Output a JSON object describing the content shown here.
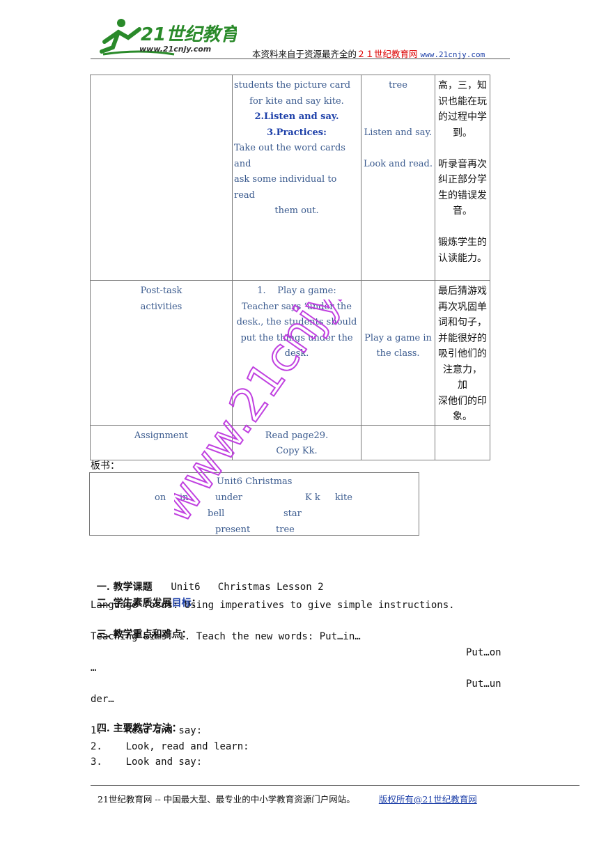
{
  "header": {
    "logo_text": "21世纪教育",
    "logo_url": "www.21cnjy.com",
    "source_text": "本资料来自于资源最齐全的",
    "site_name": "２１世纪教育网",
    "site_url": "www.21cnjy.com"
  },
  "table": {
    "row1": {
      "col2_lines": [
        "students the picture card",
        "for kite and say kite."
      ],
      "listen": "2.Listen and say.",
      "practices": "3.Practices:",
      "practice_text": [
        "Take out the word cards and",
        "ask some individual to read",
        "them out."
      ],
      "col3_lines": [
        "tree",
        "",
        "",
        "Listen and say.",
        "",
        "Look and read."
      ],
      "col4_a": [
        "高，三，知",
        "识也能在玩",
        "的过程中学",
        "到。"
      ],
      "col4_b": [
        "听录音再次",
        "纠正部分学",
        "生的错误发",
        "音。"
      ],
      "col4_c": [
        "锻炼学生的",
        "认读能力。"
      ]
    },
    "row2": {
      "stage": [
        "Post-task",
        "activities"
      ],
      "activity": [
        "1.    Play a game:",
        "Teacher says ‘under the",
        "desk., the students should",
        "put the things under the",
        "desk."
      ],
      "student": "Play a game in the class.",
      "purpose": [
        "最后猜游戏",
        "再次巩固单",
        "词和句子，",
        "并能很好的",
        "吸引他们的",
        "注意力， 加",
        "深他们的印",
        "象。"
      ]
    },
    "row3": {
      "stage": "Assignment",
      "activity": [
        "Read page29.",
        "Copy Kk."
      ]
    }
  },
  "board": {
    "label": "板书：",
    "title": "Unit6 Christmas",
    "on": "on",
    "in": "in",
    "under": "under",
    "kk": "K k",
    "kite": "kite",
    "bell": "bell",
    "star": "star",
    "present": "present",
    "tree": "tree"
  },
  "sections": {
    "s1_label": "一. 教学课题",
    "s1_value": "Unit6   Christmas Lesson 2",
    "s2_label": "二. 学生素质发展",
    "s2_blue": "目标",
    "s2_colon": "：",
    "language_focus": "Language focus: Using imperatives to give simple instructions.",
    "s3_label": "三. 教学重点和难点：",
    "teaching_aims": "Teaching aims: 1. Teach the new words: Put…in…",
    "put_on": "Put…on",
    "put_on_cont": "…",
    "put_under": "Put…un",
    "put_under_cont": "der…",
    "s4_label": "四. 主要教学方法：",
    "methods": [
      {
        "num": "1.",
        "text": "Read and say:"
      },
      {
        "num": "2.",
        "text": "Look, read and learn:"
      },
      {
        "num": "3.",
        "text": "Look and say:"
      }
    ]
  },
  "footer": {
    "text": "21世纪教育网 -- 中国最大型、最专业的中小学教育资源门户网站。",
    "copyright": "版权所有@21世纪教育网"
  },
  "watermark": "www.21cnjy.com",
  "colors": {
    "blue": "#1b3ea8",
    "red": "#dd0000",
    "watermark": "#c040e0"
  }
}
